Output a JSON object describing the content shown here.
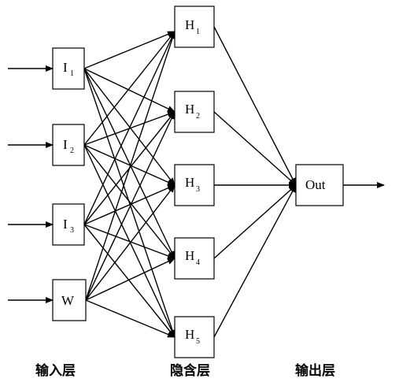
{
  "nodes": {
    "input": [
      {
        "id": "I1",
        "main": "I",
        "sub": "1"
      },
      {
        "id": "I2",
        "main": "I",
        "sub": "2"
      },
      {
        "id": "I3",
        "main": "I",
        "sub": "3"
      },
      {
        "id": "W",
        "main": "W",
        "sub": ""
      }
    ],
    "hidden": [
      {
        "id": "H1",
        "main": "H",
        "sub": "1"
      },
      {
        "id": "H2",
        "main": "H",
        "sub": "2"
      },
      {
        "id": "H3",
        "main": "H",
        "sub": "3"
      },
      {
        "id": "H4",
        "main": "H",
        "sub": "4"
      },
      {
        "id": "H5",
        "main": "H",
        "sub": "5"
      }
    ],
    "output": {
      "id": "Out",
      "main": "Out",
      "sub": ""
    }
  },
  "layers": {
    "input_label": "输入层",
    "hidden_label": "隐含层",
    "output_label": "输出层"
  }
}
